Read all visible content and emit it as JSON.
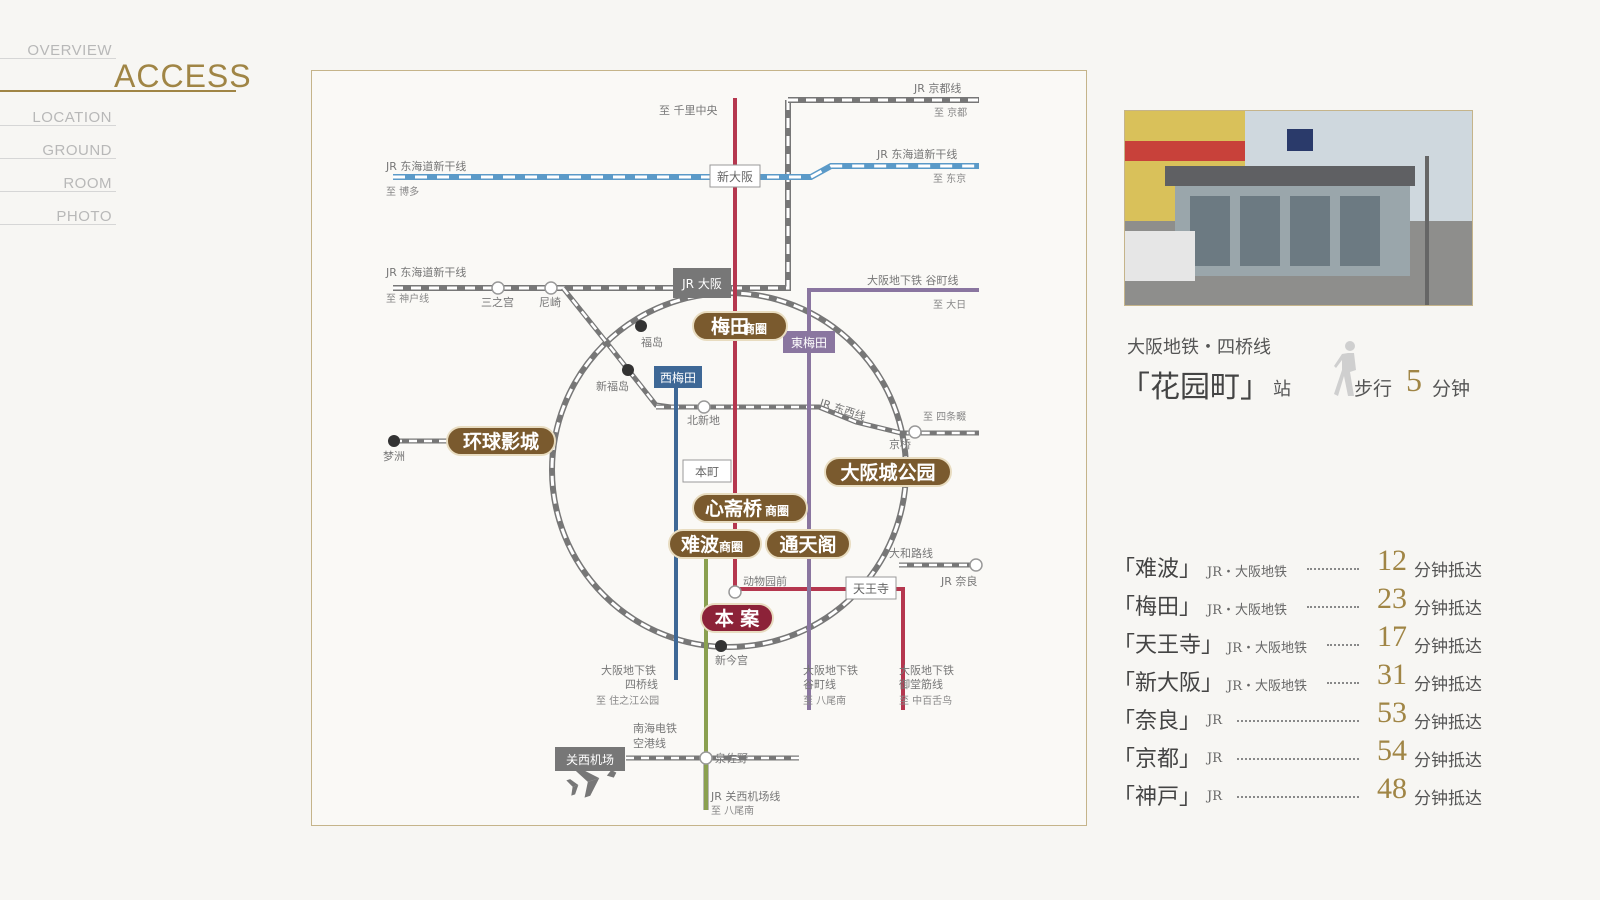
{
  "nav": {
    "items": [
      "OVERVIEW",
      "ACCESS",
      "LOCATION",
      "GROUND",
      "ROOM",
      "PHOTO"
    ],
    "active": "ACCESS"
  },
  "map": {
    "lines": {
      "jr_kyoto_line": "JR 京都线",
      "to_kyoto": "至 京都",
      "to_senri": "至 千里中央",
      "shinkansen_left": "JR 东海道新干线",
      "to_hakata": "至 博多",
      "shinkansen_right": "JR 东海道新干线",
      "to_tokyo": "至 东京",
      "tokaido_left": "JR 东海道新干线",
      "to_kobe_line": "至 神户线",
      "tanimachi_top": "大阪地下铁 谷町线",
      "to_dainichi": "至 大日",
      "jr_tozai": "JR 东西线",
      "to_shijonawate": "至 四条畷",
      "yamatoji": "大和路线",
      "jr_nara": "JR 奈良",
      "yotsubashi": "大阪地下铁",
      "yotsubashi_2": "四桥线",
      "to_suminoe": "至 住之江公园",
      "tanimachi_bottom": "大阪地下铁",
      "tanimachi_bottom_2": "谷町线",
      "to_yao": "至 八尾南",
      "midosuji": "大阪地下铁",
      "midosuji_2": "御堂筋线",
      "to_nakamozu": "至 中百舌鸟",
      "nankai": "南海电铁",
      "nankai_2": "空港线",
      "jr_kansai": "JR 关西机场线",
      "to_yao_2": "至 八尾南"
    },
    "stations": {
      "shin_osaka": "新大阪",
      "jr_osaka": "JR 大阪",
      "sannomiya": "三之宫",
      "amagasaki": "尼崎",
      "fukushima": "福岛",
      "shin_fukushima": "新福岛",
      "nishi_umeda": "西梅田",
      "higashi_umeda": "東梅田",
      "kitashinchi": "北新地",
      "kyobashi": "京桥",
      "honmachi": "本町",
      "yumeshima": "梦洲",
      "dobutsuenmae": "动物园前",
      "tennoji": "天王寺",
      "shin_imamiya": "新今宫",
      "izumisano": "泉佐野",
      "kansai_airport": "关西机场"
    },
    "badges": {
      "umeda": "梅田",
      "umeda_suffix": "商圈",
      "usj": "环球影城",
      "osaka_castle": "大阪城公园",
      "shinsaibashi": "心斋桥",
      "shinsaibashi_suffix": "商圈",
      "namba": "难波",
      "namba_suffix": "商圈",
      "tsutenkaku": "通天阁",
      "project": "本 案"
    }
  },
  "station_info": {
    "line": "大阪地铁・四桥线",
    "name": "「花园町」",
    "suffix": "站",
    "walk_label": "步行",
    "walk_minutes": "5",
    "walk_unit": "分钟"
  },
  "travel_times": [
    {
      "dest": "「难波」",
      "via": "JR・大阪地铁",
      "minutes": "12",
      "unit": "分钟抵达"
    },
    {
      "dest": "「梅田」",
      "via": "JR・大阪地铁",
      "minutes": "23",
      "unit": "分钟抵达"
    },
    {
      "dest": "「天王寺」",
      "via": "JR・大阪地铁",
      "minutes": "17",
      "unit": "分钟抵达"
    },
    {
      "dest": "「新大阪」",
      "via": "JR・大阪地铁",
      "minutes": "31",
      "unit": "分钟抵达"
    },
    {
      "dest": "「奈良」",
      "via": "JR",
      "minutes": "53",
      "unit": "分钟抵达"
    },
    {
      "dest": "「京都」",
      "via": "JR",
      "minutes": "54",
      "unit": "分钟抵达"
    },
    {
      "dest": "「神戸」",
      "via": "JR",
      "minutes": "48",
      "unit": "分钟抵达"
    }
  ],
  "colors": {
    "accent_gold": "#a08545",
    "badge_brown": "#7a5a2e",
    "project_red": "#8c2238",
    "midosuji_red": "#b5374f",
    "yotsubashi_blue": "#3e6896",
    "tanimachi_purple": "#8a76a0",
    "nankai_green": "#8aa050",
    "shinkansen_blue": "#5b9ac8",
    "jr_gray": "#777777"
  }
}
